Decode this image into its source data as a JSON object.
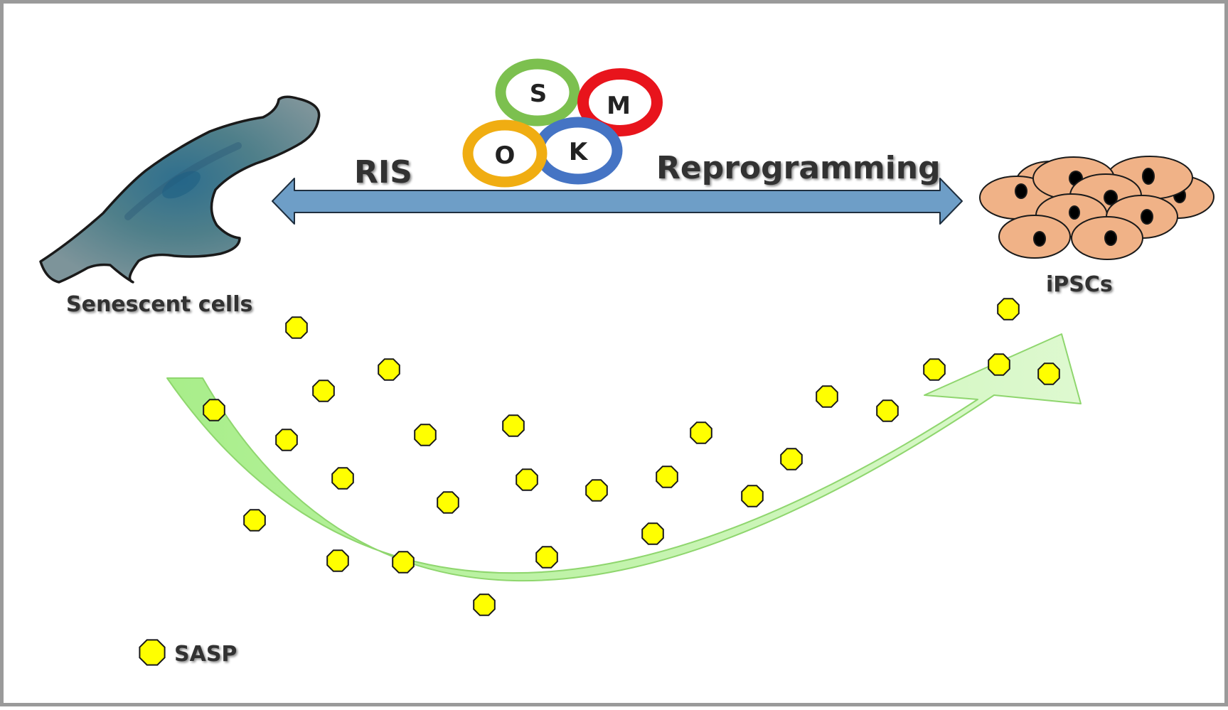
{
  "labels": {
    "ris": "RIS",
    "reprogramming": "Reprogramming",
    "senescent_cells": "Senescent cells",
    "ipscs": "iPSCs",
    "legend_sasp": "SASP"
  },
  "factors": [
    {
      "letter": "S",
      "color": "#7cc04f"
    },
    {
      "letter": "M",
      "color": "#e8141c"
    },
    {
      "letter": "O",
      "color": "#f0ad12"
    },
    {
      "letter": "K",
      "color": "#4574c4"
    }
  ],
  "colors": {
    "double_arrow": "#6e9ec7",
    "curved_arrow": "#c9f5b4",
    "sasp_dot": "#ffff00",
    "ipsc_cell": "#f0b287",
    "senescent_cell": "#5c7a86"
  }
}
